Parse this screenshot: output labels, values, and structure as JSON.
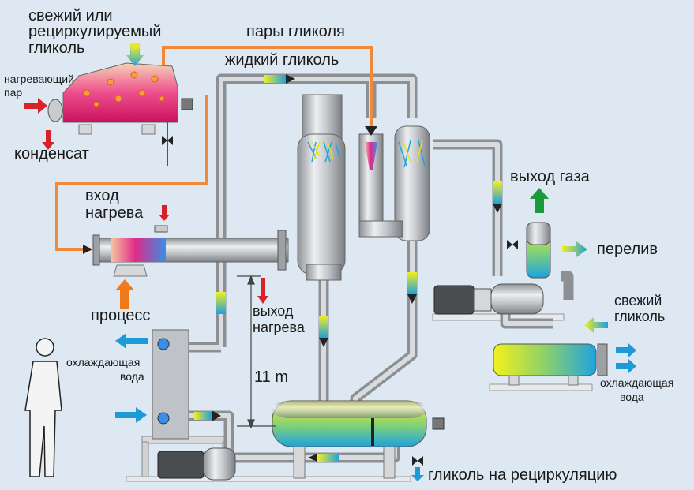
{
  "labels": {
    "fresh_or_recirc_glycol": [
      "свежий или",
      "рециркулируемый",
      "гликоль"
    ],
    "glycol_vapors": "пары гликоля",
    "liquid_glycol": "жидкий гликоль",
    "heating_steam": [
      "нагревающий",
      "пар"
    ],
    "condensate": "конденсат",
    "heat_inlet": [
      "вход",
      "нагрева"
    ],
    "process": "процесс",
    "heat_outlet": [
      "выход",
      "нагрева"
    ],
    "gas_outlet": "выход газа",
    "overflow": "перелив",
    "fresh_glycol": [
      "свежий",
      "гликоль"
    ],
    "cooling_water_left": [
      "охлаждающая",
      "вода"
    ],
    "cooling_water_right": [
      "охлаждающая",
      "вода"
    ],
    "height": "11 m",
    "glycol_to_recirc": "гликоль на рециркуляцию"
  },
  "colors": {
    "background": "#dde8f2",
    "pipe": "#b9bcbf",
    "pipe_edge": "#7d8186",
    "steam_line": "#f08a3a",
    "arrow_red": "#d8222a",
    "arrow_blue": "#1e9bd7",
    "arrow_green": "#1a9a3c",
    "arrow_orange": "#f07a1a",
    "glycol_yellow": "#e8ec1c",
    "glycol_blue": "#2aa6e0",
    "hot_magenta": "#e0207c"
  },
  "icons": [
    "person-figure",
    "centrifugal-pump",
    "plate-heat-exchanger",
    "shell-tube-exchanger"
  ]
}
